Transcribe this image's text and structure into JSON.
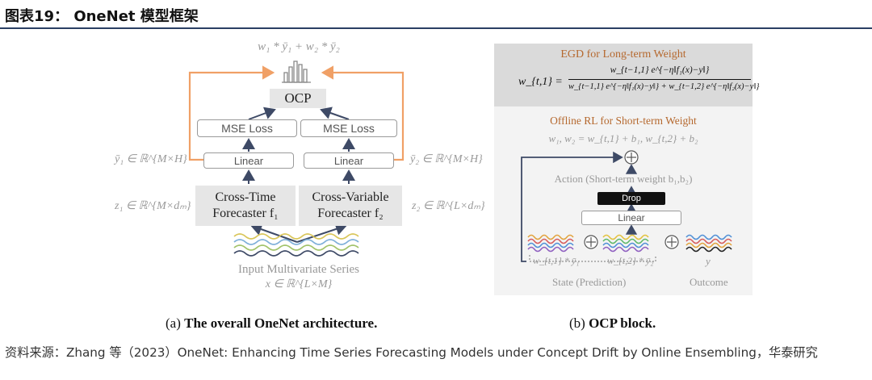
{
  "header": {
    "title": "图表19： OneNet 模型框架"
  },
  "left_panel": {
    "top_formula": "w₁ * ȳ₁ + w₂ * ȳ₂",
    "ocp_label": "OCP",
    "mse_left": "MSE Loss",
    "mse_right": "MSE Loss",
    "linear_left": "Linear",
    "linear_right": "Linear",
    "y1_space": "ȳ₁ ∈ ℝ^{M×H}",
    "y2_space": "ȳ₂ ∈ ℝ^{M×H}",
    "z1_space": "z₁ ∈ ℝ^{M×dₘ}",
    "z2_space": "z₂ ∈ ℝ^{L×dₘ}",
    "forecaster_left_line1": "Cross-Time",
    "forecaster_left_line2": "Forecaster f₁",
    "forecaster_right_line1": "Cross-Variable",
    "forecaster_right_line2": "Forecaster f₂",
    "input_line1": "Input Multivariate Series",
    "input_line2": "x ∈ ℝ^{L×M}",
    "caption_prefix": "(a)",
    "caption_text": "The overall OneNet architecture."
  },
  "right_panel": {
    "egd_title": "EGD for Long-term Weight",
    "egd_lhs": "w_{t,1} =",
    "egd_numerator": "w_{t−1,1} e^{−η‖f₁(x)−y‖}",
    "egd_denominator": "w_{t−1,1} e^{−η‖f₁(x)−y‖} + w_{t−1,2} e^{−η‖f₂(x)−y‖}",
    "rl_title": "Offline RL for Short-term Weight",
    "rl_formula": "w₁, w₂ = w_{t,1} + b₁, w_{t,2} + b₂",
    "action_label": "Action (Short-term weight b₁,b₂)",
    "drop_label": "Drop",
    "linear_label": "Linear",
    "state_term1": "w_{t,1} * ȳ₁",
    "state_term2": "w_{t,2} * ȳ₂",
    "state_y": "y",
    "state_label": "State (Prediction)",
    "outcome_label": "Outcome",
    "caption_prefix": "(b)",
    "caption_text": "OCP block."
  },
  "source": "资料来源：Zhang 等（2023）OneNet: Enhancing Time Series Forecasting Models under Concept Drift by Online Ensembling，华泰研究",
  "colors": {
    "orange_arrow": "#f0a066",
    "dark_arrow": "#3e4a66",
    "gray_box": "#e6e6e6",
    "egd_title": "#b5682e",
    "rl_title": "#b5682e",
    "header_rule": "#2a3f63"
  }
}
